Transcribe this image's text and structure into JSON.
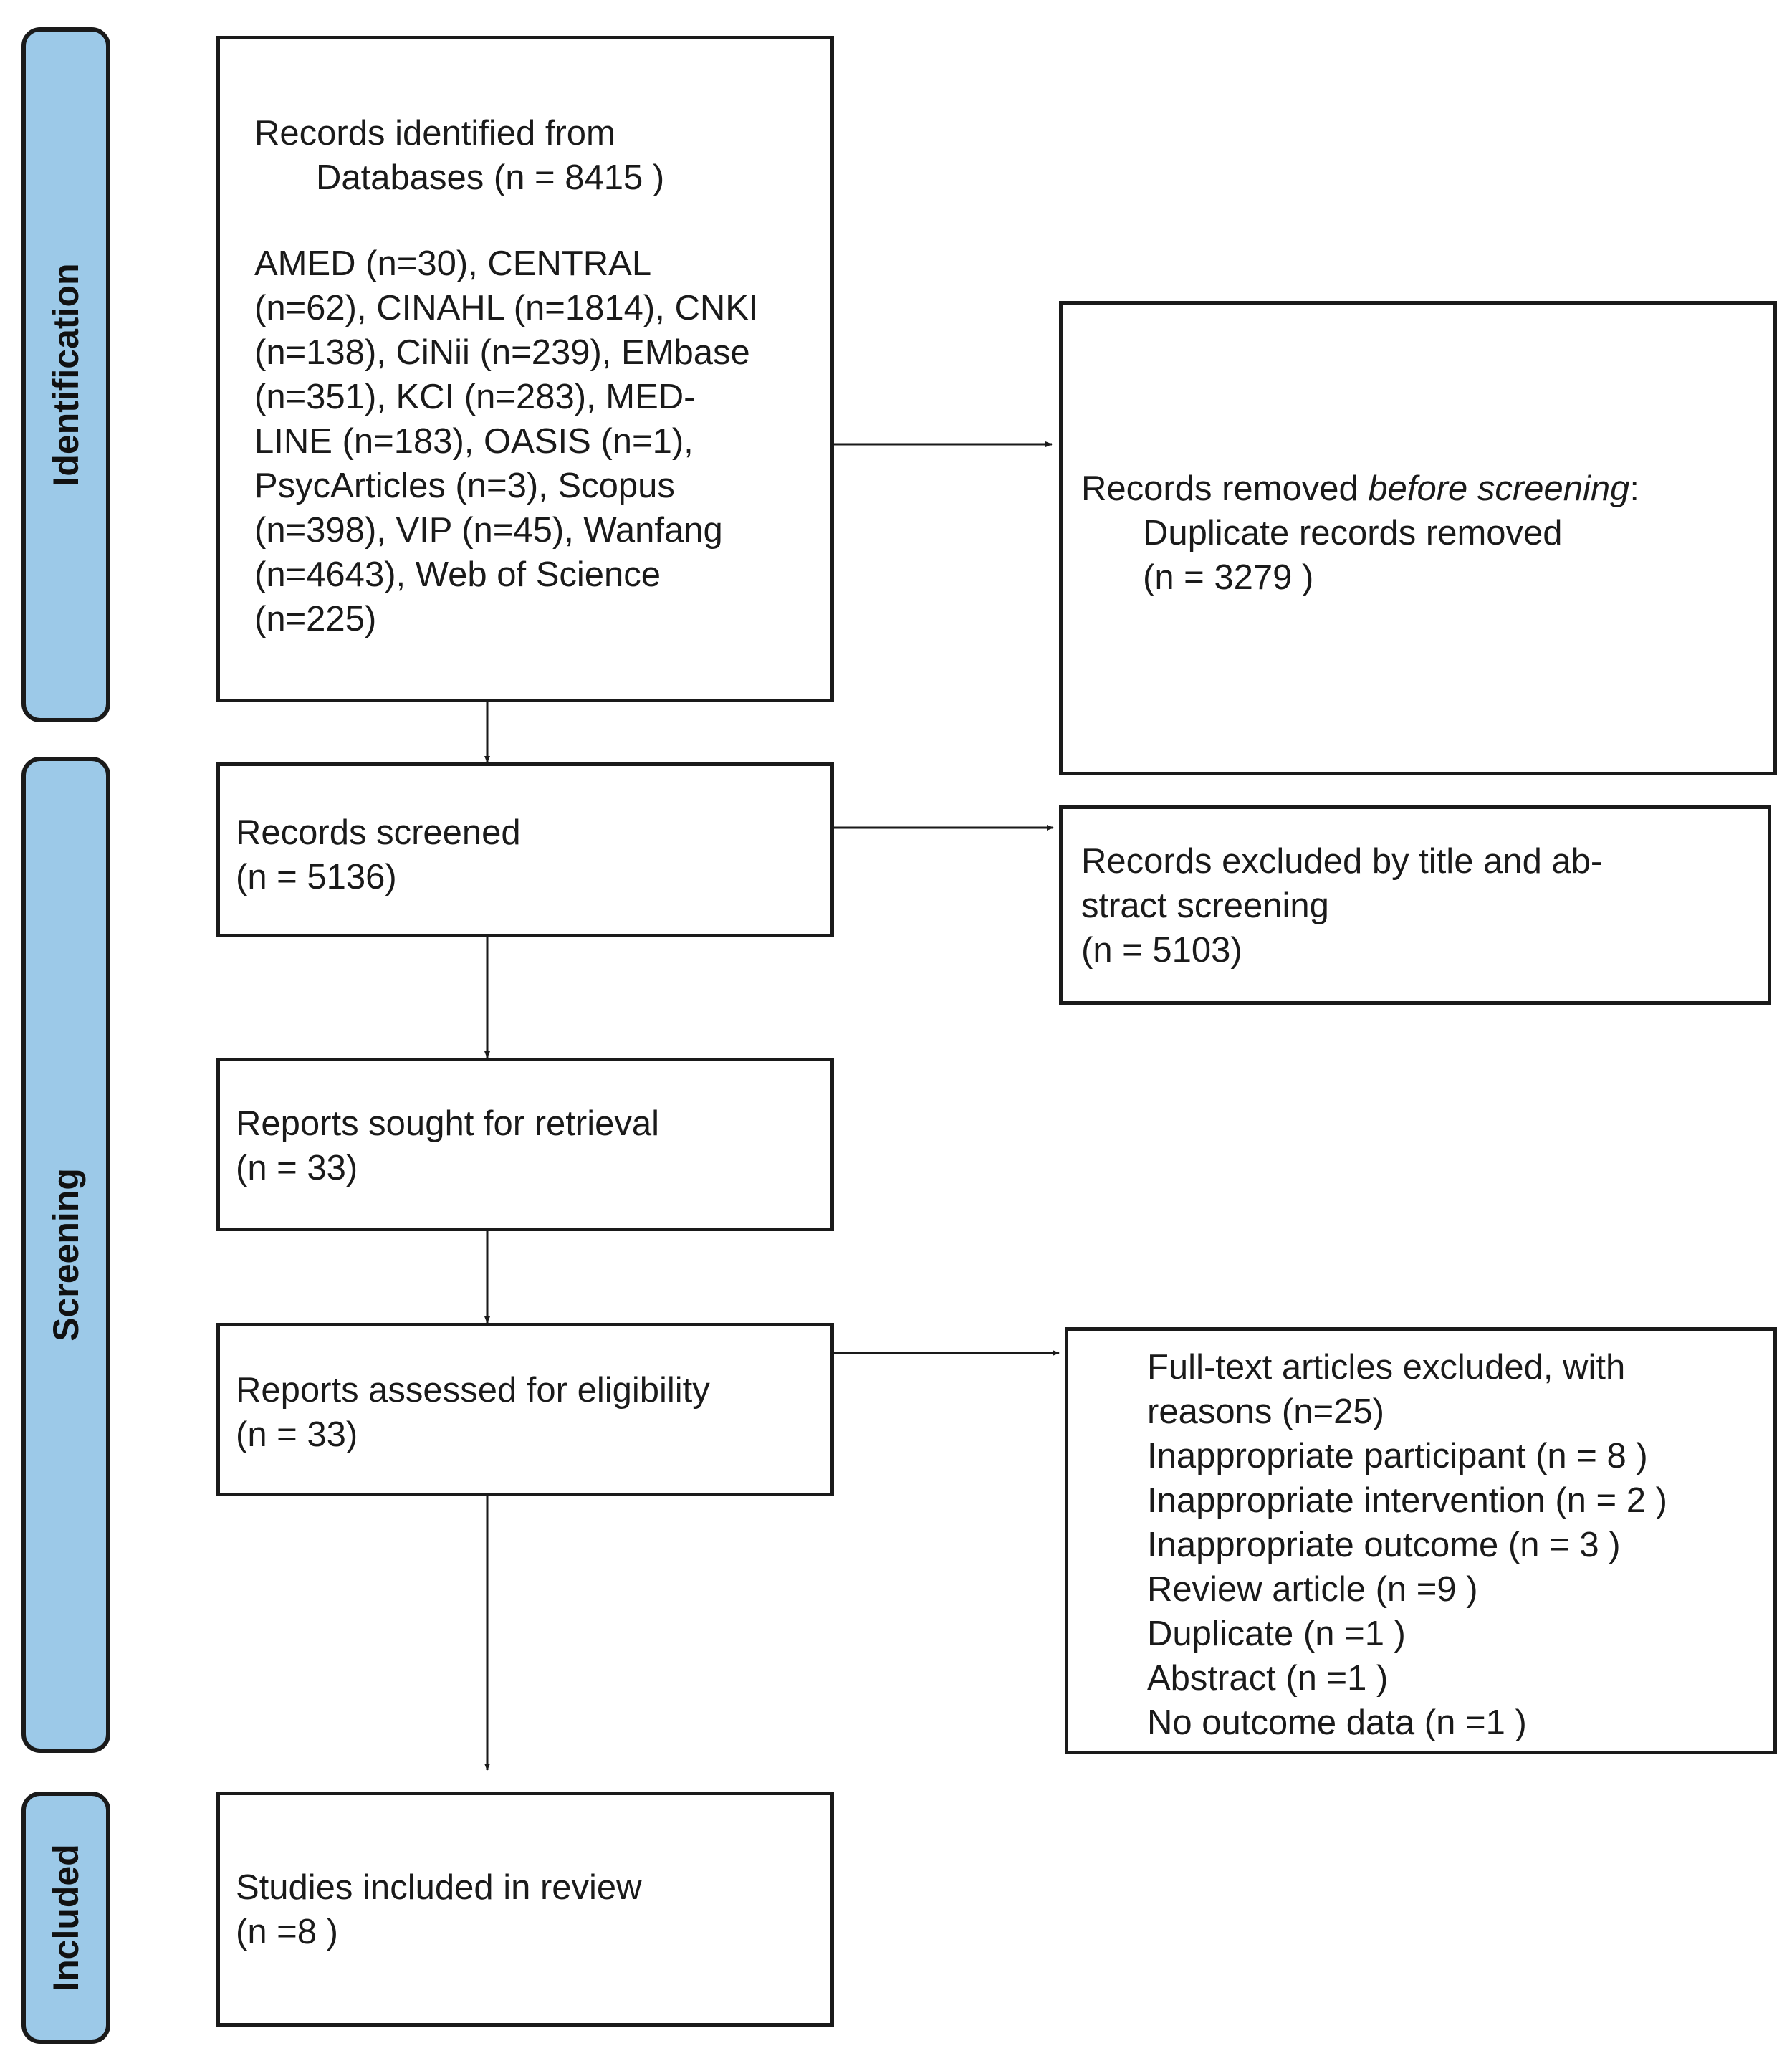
{
  "phases": {
    "identification": "Identification",
    "screening": "Screening",
    "included": "Included"
  },
  "identification_box": {
    "line1": "Records identified from",
    "line2": "Databases (n = 8415 )",
    "db_lines": [
      "AMED (n=30), CENTRAL",
      "(n=62), CINAHL (n=1814), CNKI",
      "(n=138), CiNii (n=239), EMbase",
      "(n=351), KCI (n=283), MED-",
      "LINE (n=183), OASIS (n=1),",
      "PsycArticles (n=3), Scopus",
      "(n=398), VIP (n=45), Wanfang",
      "(n=4643), Web of Science",
      "(n=225)"
    ]
  },
  "removed_box": {
    "prefix": "Records removed ",
    "emphasis": "before screening",
    "suffix": ":",
    "line2": "Duplicate records removed",
    "line3": "(n = 3279 )"
  },
  "screened_box": {
    "line1": "Records screened",
    "line2": "(n = 5136)"
  },
  "excluded_title_box": {
    "line1": "Records excluded by title and ab-",
    "line2": "stract screening",
    "line3": "(n = 5103)"
  },
  "retrieval_box": {
    "line1": "Reports sought for retrieval",
    "line2": "(n = 33)"
  },
  "eligibility_box": {
    "line1": "Reports assessed for eligibility",
    "line2": "(n = 33)"
  },
  "fulltext_excluded_box": {
    "lines": [
      "Full-text articles excluded, with",
      "reasons (n=25)",
      "Inappropriate participant (n = 8 )",
      "Inappropriate intervention (n = 2 )",
      "Inappropriate outcome (n = 3 )",
      "Review  article (n =9 )",
      "Duplicate (n =1 )",
      "Abstract (n =1 )",
      "No outcome data (n =1 )"
    ]
  },
  "included_box": {
    "line1": "Studies included in review",
    "line2": "(n =8 )"
  }
}
